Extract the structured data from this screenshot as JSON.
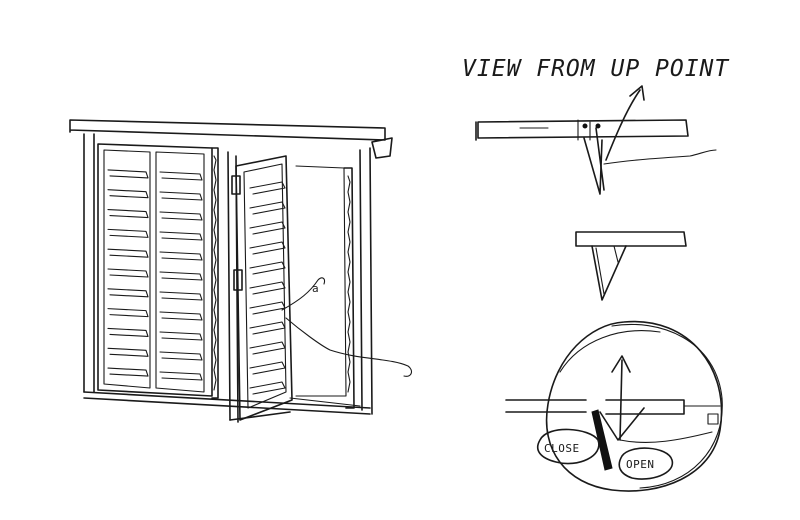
{
  "title": "VIEW FROM UP POINT",
  "callout_number": "a",
  "labels": {
    "closed": "CLOSE",
    "open": "OPEN"
  },
  "ink_color": "#1a1a1a",
  "paper_color": "#ffffff",
  "louver_count_per_panel": 11
}
